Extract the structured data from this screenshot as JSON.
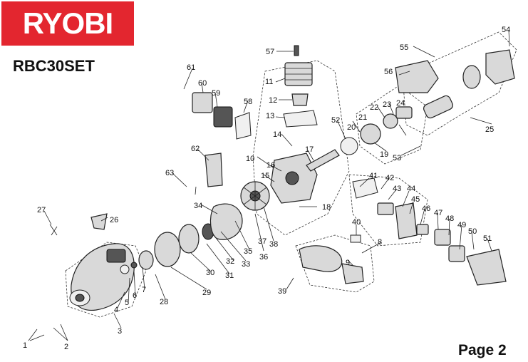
{
  "brand": {
    "logo_text": "RYOBI",
    "color": "#e3262f"
  },
  "model": "RBC30SET",
  "page_label": "Page 2",
  "callouts": [
    "1",
    "2",
    "3",
    "4",
    "5",
    "6",
    "7",
    "8",
    "9",
    "10",
    "11",
    "12",
    "13",
    "14",
    "15",
    "16",
    "17",
    "18",
    "19",
    "20",
    "21",
    "22",
    "23",
    "24",
    "25",
    "26",
    "27",
    "28",
    "29",
    "30",
    "31",
    "32",
    "33",
    "34",
    "35",
    "36",
    "37",
    "38",
    "39",
    "40",
    "41",
    "42",
    "43",
    "44",
    "45",
    "46",
    "47",
    "48",
    "49",
    "50",
    "51",
    "52",
    "53",
    "54",
    "55",
    "56",
    "57",
    "58",
    "59",
    "60",
    "61",
    "62",
    "63"
  ]
}
